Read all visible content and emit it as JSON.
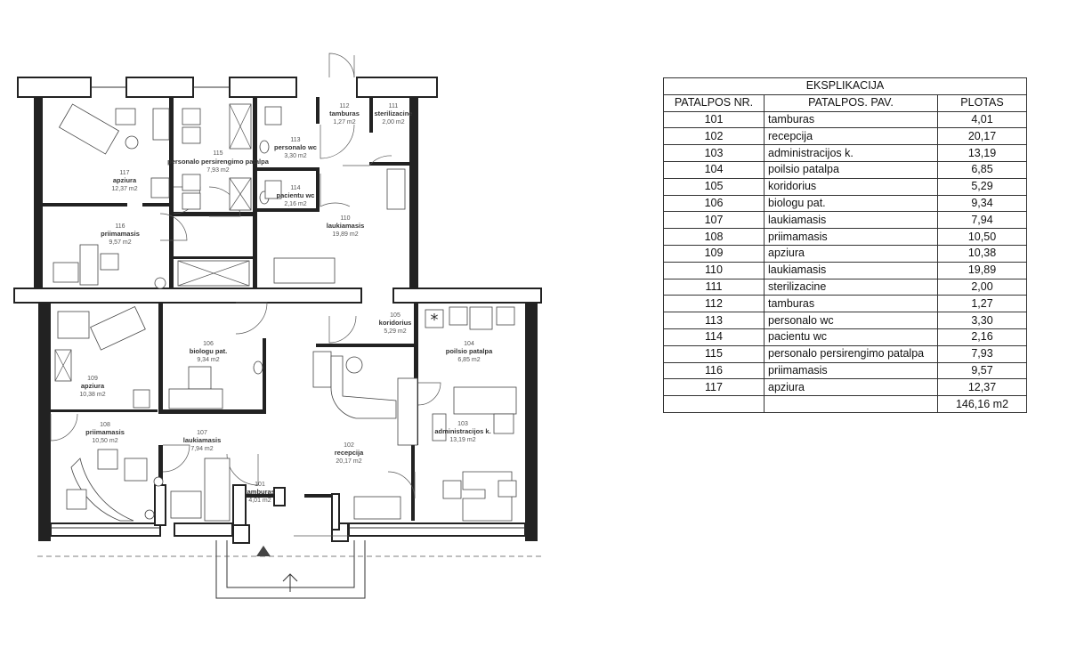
{
  "table": {
    "title": "EKSPLIKACIJA",
    "headers": [
      "PATALPOS NR.",
      "PATALPOS. PAV.",
      "PLOTAS"
    ],
    "rows": [
      {
        "nr": "101",
        "name": "tamburas",
        "area": "4,01"
      },
      {
        "nr": "102",
        "name": "recepcija",
        "area": "20,17"
      },
      {
        "nr": "103",
        "name": "administracijos k.",
        "area": "13,19"
      },
      {
        "nr": "104",
        "name": "poilsio patalpa",
        "area": "6,85"
      },
      {
        "nr": "105",
        "name": "koridorius",
        "area": "5,29"
      },
      {
        "nr": "106",
        "name": "biologu pat.",
        "area": "9,34"
      },
      {
        "nr": "107",
        "name": "laukiamasis",
        "area": "7,94"
      },
      {
        "nr": "108",
        "name": "priimamasis",
        "area": "10,50"
      },
      {
        "nr": "109",
        "name": "apziura",
        "area": "10,38"
      },
      {
        "nr": "110",
        "name": "laukiamasis",
        "area": "19,89"
      },
      {
        "nr": "111",
        "name": "sterilizacine",
        "area": "2,00"
      },
      {
        "nr": "112",
        "name": "tamburas",
        "area": "1,27"
      },
      {
        "nr": "113",
        "name": "personalo wc",
        "area": "3,30"
      },
      {
        "nr": "114",
        "name": "pacientu wc",
        "area": "2,16"
      },
      {
        "nr": "115",
        "name": "personalo persirengimo patalpa",
        "area": "7,93"
      },
      {
        "nr": "116",
        "name": "priimamasis",
        "area": "9,57"
      },
      {
        "nr": "117",
        "name": "apziura",
        "area": "12,37"
      }
    ],
    "total": "146,16 m2"
  },
  "rooms": {
    "r101": {
      "num": "101",
      "name": "tamburas",
      "area": "4,01 m2"
    },
    "r102": {
      "num": "102",
      "name": "recepcija",
      "area": "20,17 m2"
    },
    "r103": {
      "num": "103",
      "name": "administracijos k.",
      "area": "13,19 m2"
    },
    "r104": {
      "num": "104",
      "name": "poilsio patalpa",
      "area": "6,85 m2"
    },
    "r105": {
      "num": "105",
      "name": "koridorius",
      "area": "5,29 m2"
    },
    "r106": {
      "num": "106",
      "name": "biologu pat.",
      "area": "9,34 m2"
    },
    "r107": {
      "num": "107",
      "name": "laukiamasis",
      "area": "7,94 m2"
    },
    "r108": {
      "num": "108",
      "name": "priimamasis",
      "area": "10,50 m2"
    },
    "r109": {
      "num": "109",
      "name": "apziura",
      "area": "10,38 m2"
    },
    "r110": {
      "num": "110",
      "name": "laukiamasis",
      "area": "19,89 m2"
    },
    "r111": {
      "num": "111",
      "name": "sterilizacine",
      "area": "2,00 m2"
    },
    "r112": {
      "num": "112",
      "name": "tamburas",
      "area": "1,27 m2"
    },
    "r113": {
      "num": "113",
      "name": "personalo wc",
      "area": "3,30 m2"
    },
    "r114": {
      "num": "114",
      "name": "pacientu wc",
      "area": "2,16 m2"
    },
    "r115": {
      "num": "115",
      "name": "personalo persirengimo patalpa",
      "area": "7,93 m2"
    },
    "r116": {
      "num": "116",
      "name": "priimamasis",
      "area": "9,57 m2"
    },
    "r117": {
      "num": "117",
      "name": "apziura",
      "area": "12,37 m2"
    }
  },
  "icons": [
    "asterisk-icon",
    "entrance-arrow-icon",
    "north-triangle-icon"
  ]
}
